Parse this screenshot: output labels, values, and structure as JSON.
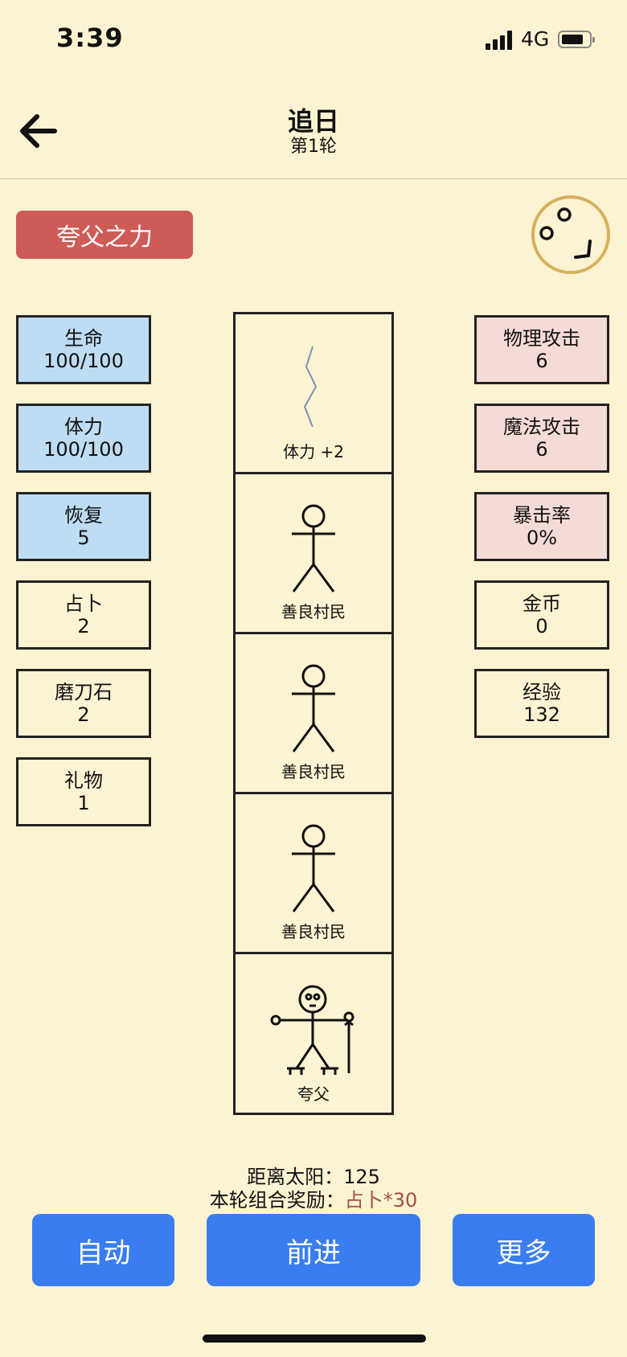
{
  "status": {
    "time": "3:39",
    "network": "4G"
  },
  "nav": {
    "title": "追日",
    "subtitle": "第1轮"
  },
  "skill_button": "夸父之力",
  "stats_left": [
    {
      "label": "生命",
      "value": "100/100"
    },
    {
      "label": "体力",
      "value": "100/100"
    },
    {
      "label": "恢复",
      "value": "5"
    },
    {
      "label": "占卜",
      "value": "2"
    },
    {
      "label": "磨刀石",
      "value": "2"
    },
    {
      "label": "礼物",
      "value": "1"
    }
  ],
  "stats_right": [
    {
      "label": "物理攻击",
      "value": "6"
    },
    {
      "label": "魔法攻击",
      "value": "6"
    },
    {
      "label": "暴击率",
      "value": "0%"
    },
    {
      "label": "金币",
      "value": "0"
    },
    {
      "label": "经验",
      "value": "132"
    }
  ],
  "tiles": [
    {
      "label": "体力 +2",
      "icon": "lightning-icon"
    },
    {
      "label": "善良村民",
      "icon": "villager-icon"
    },
    {
      "label": "善良村民",
      "icon": "villager-icon"
    },
    {
      "label": "善良村民",
      "icon": "villager-icon"
    },
    {
      "label": "夸父",
      "icon": "kuafu-icon"
    }
  ],
  "info": {
    "distance_label": "距离太阳：",
    "distance_value": "125",
    "reward_label": "本轮组合奖励：",
    "reward_value": "占卜*30"
  },
  "buttons": {
    "auto": "自动",
    "forward": "前进",
    "more": "更多"
  },
  "colors": {
    "background": "#fcf3d3",
    "accent_blue": "#3a7df0",
    "skill_red": "#cf5b57",
    "stat_blue": "#bedcf2",
    "stat_pink": "#f5dbd6",
    "reward_text": "#a0533f",
    "face_ring": "#d4b25c"
  }
}
